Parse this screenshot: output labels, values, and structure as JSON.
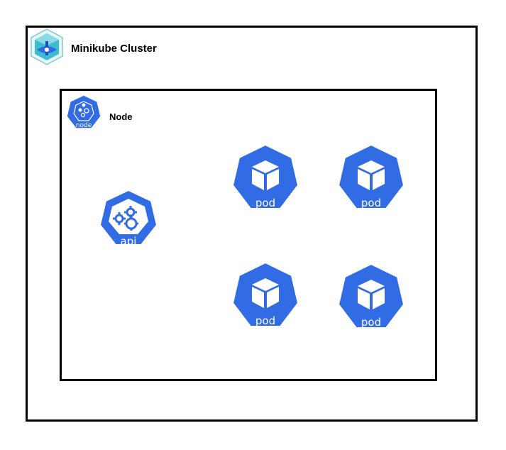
{
  "cluster": {
    "title": "Minikube Cluster"
  },
  "node": {
    "title": "Node",
    "icon_text": "node"
  },
  "api": {
    "icon_text": "api"
  },
  "pods": [
    {
      "icon_text": "pod"
    },
    {
      "icon_text": "pod"
    },
    {
      "icon_text": "pod"
    },
    {
      "icon_text": "pod"
    }
  ],
  "colors": {
    "kubernetes_blue": "#326ce5",
    "minikube_teal": "#3cbcd0",
    "border": "#000000"
  }
}
